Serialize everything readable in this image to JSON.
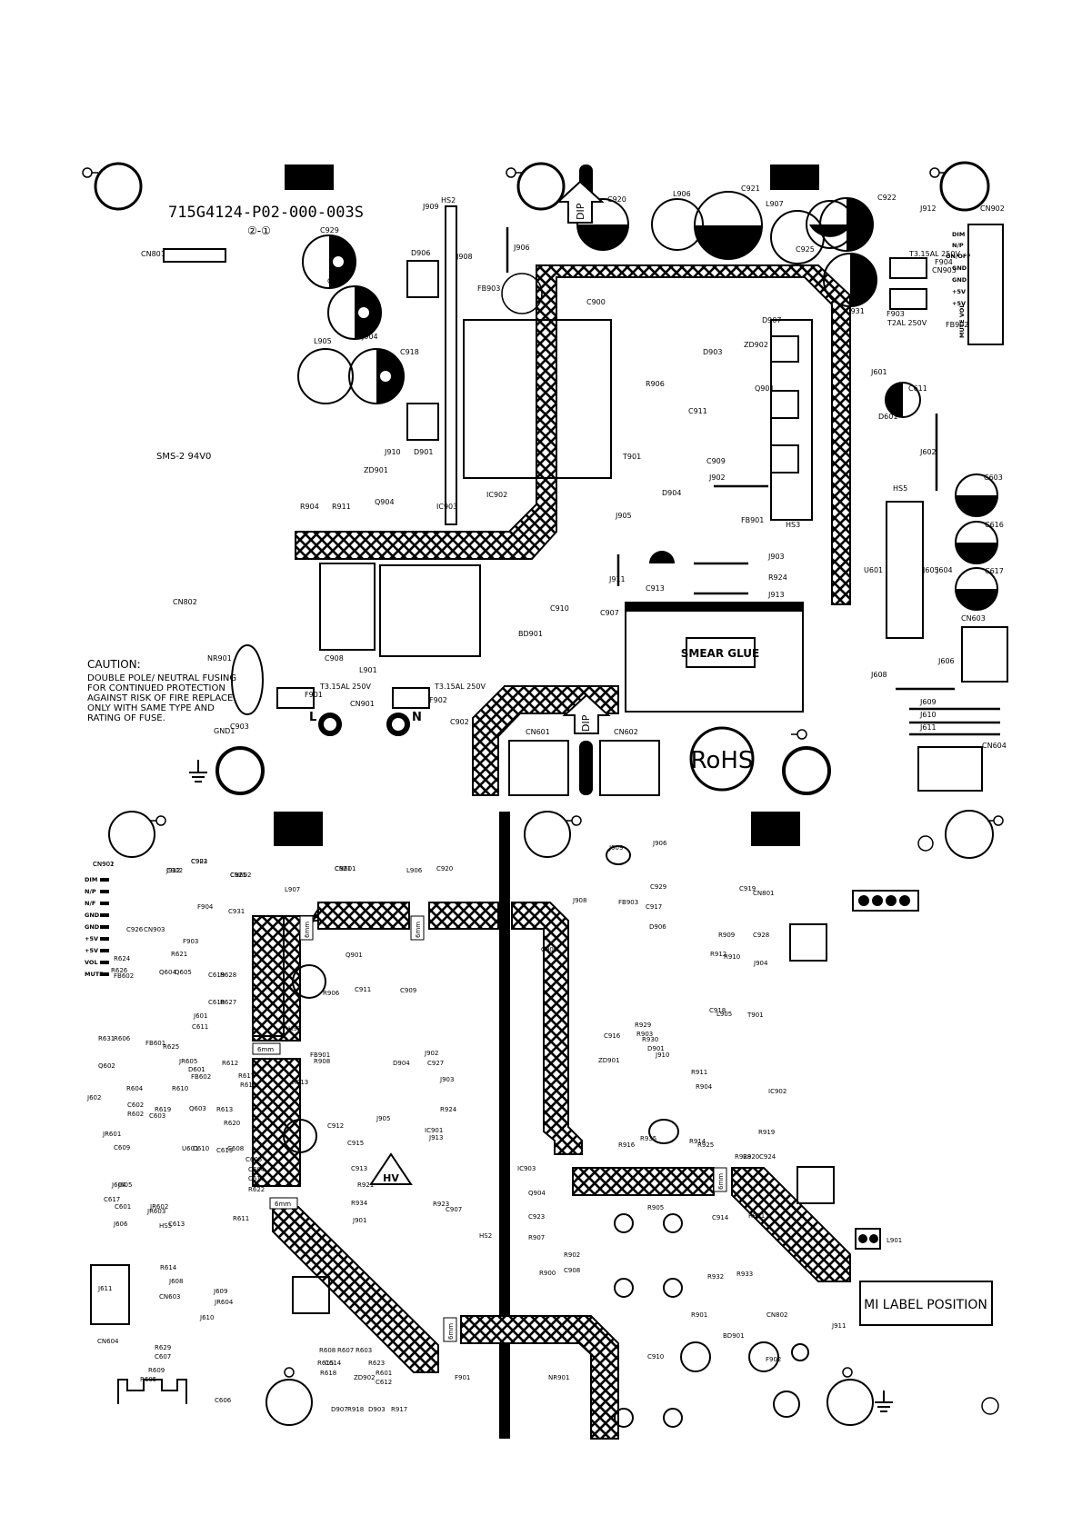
{
  "top_board": {
    "part_number": "715G4124-P02-000-003S",
    "revision_mark": "②-①",
    "safety_mark": "SMS-2 94V0",
    "caution_lines": [
      "CAUTION:",
      "DOUBLE POLE/ NEUTRAL FUSING",
      "FOR CONTINUED PROTECTION",
      "AGAINST RISK OF FIRE REPLACE",
      "ONLY WITH  SAME TYPE AND",
      "RATING OF FUSE."
    ],
    "smear_glue": "SMEAR GLUE",
    "rohs": "RoHS",
    "dip": "DIP",
    "fuse_f901": "T3.15AL 250V",
    "fuse_f902": "T3.15AL 250V",
    "fuse_f904": "T3.15AL 250V",
    "fuse_f903": "T2AL 250V",
    "live_mark": "L",
    "neutral_mark": "N",
    "cn902_pins": [
      "DIM",
      "N/P",
      "ON/OFF",
      "GND",
      "GND",
      "+5V",
      "+5V",
      "MUTE VOL"
    ],
    "labels": [
      {
        "id": "CN801"
      },
      {
        "id": "C929"
      },
      {
        "id": "C928"
      },
      {
        "id": "L905"
      },
      {
        "id": "J904"
      },
      {
        "id": "C918"
      },
      {
        "id": "D906"
      },
      {
        "id": "D901"
      },
      {
        "id": "ZD901"
      },
      {
        "id": "J910"
      },
      {
        "id": "R904"
      },
      {
        "id": "R911"
      },
      {
        "id": "Q904"
      },
      {
        "id": "IC903"
      },
      {
        "id": "IC902"
      },
      {
        "id": "J909"
      },
      {
        "id": "HS2"
      },
      {
        "id": "J908"
      },
      {
        "id": "FB903"
      },
      {
        "id": "J906"
      },
      {
        "id": "C900"
      },
      {
        "id": "T901"
      },
      {
        "id": "J905"
      },
      {
        "id": "C920"
      },
      {
        "id": "L906"
      },
      {
        "id": "C921"
      },
      {
        "id": "L907"
      },
      {
        "id": "C925"
      },
      {
        "id": "C922"
      },
      {
        "id": "J912"
      },
      {
        "id": "CN902"
      },
      {
        "id": "CN903"
      },
      {
        "id": "F904"
      },
      {
        "id": "F903"
      },
      {
        "id": "C931"
      },
      {
        "id": "FB902"
      },
      {
        "id": "D903"
      },
      {
        "id": "D907"
      },
      {
        "id": "ZD902"
      },
      {
        "id": "R906"
      },
      {
        "id": "C911"
      },
      {
        "id": "Q901"
      },
      {
        "id": "C909"
      },
      {
        "id": "J902"
      },
      {
        "id": "D904"
      },
      {
        "id": "FB901"
      },
      {
        "id": "HS3"
      },
      {
        "id": "J601"
      },
      {
        "id": "C611"
      },
      {
        "id": "D601"
      },
      {
        "id": "J602"
      },
      {
        "id": "HS5"
      },
      {
        "id": "C603"
      },
      {
        "id": "C616"
      },
      {
        "id": "C617"
      },
      {
        "id": "U601"
      },
      {
        "id": "J605"
      },
      {
        "id": "J604"
      },
      {
        "id": "CN603"
      },
      {
        "id": "J606"
      },
      {
        "id": "J608"
      },
      {
        "id": "J609"
      },
      {
        "id": "J610"
      },
      {
        "id": "J611"
      },
      {
        "id": "CN604"
      },
      {
        "id": "C913"
      },
      {
        "id": "J903"
      },
      {
        "id": "R924"
      },
      {
        "id": "J913"
      },
      {
        "id": "J911"
      },
      {
        "id": "C910"
      },
      {
        "id": "C907"
      },
      {
        "id": "BD901"
      },
      {
        "id": "C908"
      },
      {
        "id": "L901"
      },
      {
        "id": "CN802"
      },
      {
        "id": "NR901"
      },
      {
        "id": "GND1"
      },
      {
        "id": "C903"
      },
      {
        "id": "F901"
      },
      {
        "id": "CN901"
      },
      {
        "id": "F902"
      },
      {
        "id": "C902"
      },
      {
        "id": "CN601"
      },
      {
        "id": "CN602"
      }
    ]
  },
  "bottom_board": {
    "mi_label": "MI LABEL POSITION",
    "hv_mark": "HV",
    "clearance": "6mm",
    "cn902_pins": [
      "DIM",
      "N/P",
      "N/F",
      "GND",
      "GND",
      "+5V",
      "+5V",
      "VOL",
      "MUTE"
    ],
    "labels": [
      {
        "id": "CN902"
      },
      {
        "id": "J912"
      },
      {
        "id": "C922"
      },
      {
        "id": "C925"
      },
      {
        "id": "C921"
      },
      {
        "id": "L906"
      },
      {
        "id": "C920"
      },
      {
        "id": "L907"
      },
      {
        "id": "C926"
      },
      {
        "id": "CN903"
      },
      {
        "id": "F904"
      },
      {
        "id": "C931"
      },
      {
        "id": "F903"
      },
      {
        "id": "R624"
      },
      {
        "id": "R621"
      },
      {
        "id": "R626"
      },
      {
        "id": "FB602"
      },
      {
        "id": "Q604"
      },
      {
        "id": "Q605"
      },
      {
        "id": "C619"
      },
      {
        "id": "R628"
      },
      {
        "id": "C618"
      },
      {
        "id": "R627"
      },
      {
        "id": "J601"
      },
      {
        "id": "C611"
      },
      {
        "id": "FB601"
      },
      {
        "id": "R625"
      },
      {
        "id": "JR605"
      },
      {
        "id": "R631"
      },
      {
        "id": "R606"
      },
      {
        "id": "Q602"
      },
      {
        "id": "D601"
      },
      {
        "id": "R612"
      },
      {
        "id": "R617"
      },
      {
        "id": "R616"
      },
      {
        "id": "R604"
      },
      {
        "id": "R610"
      },
      {
        "id": "FB602"
      },
      {
        "id": "J602"
      },
      {
        "id": "C602"
      },
      {
        "id": "R602"
      },
      {
        "id": "R619"
      },
      {
        "id": "Q603"
      },
      {
        "id": "R613"
      },
      {
        "id": "JR601"
      },
      {
        "id": "C603"
      },
      {
        "id": "R620"
      },
      {
        "id": "U601"
      },
      {
        "id": "C615"
      },
      {
        "id": "C609"
      },
      {
        "id": "C610"
      },
      {
        "id": "C608"
      },
      {
        "id": "C605"
      },
      {
        "id": "C604"
      },
      {
        "id": "C616"
      },
      {
        "id": "R622"
      },
      {
        "id": "J604"
      },
      {
        "id": "J605"
      },
      {
        "id": "C617"
      },
      {
        "id": "C601"
      },
      {
        "id": "JR602"
      },
      {
        "id": "HS5"
      },
      {
        "id": "J606"
      },
      {
        "id": "JR603"
      },
      {
        "id": "R611"
      },
      {
        "id": "C613"
      },
      {
        "id": "R614"
      },
      {
        "id": "J608"
      },
      {
        "id": "CN603"
      },
      {
        "id": "J609"
      },
      {
        "id": "JR604"
      },
      {
        "id": "J610"
      },
      {
        "id": "J611"
      },
      {
        "id": "CN604"
      },
      {
        "id": "R629"
      },
      {
        "id": "C607"
      },
      {
        "id": "R609"
      },
      {
        "id": "R605"
      },
      {
        "id": "C606"
      },
      {
        "id": "R608"
      },
      {
        "id": "R607"
      },
      {
        "id": "R603"
      },
      {
        "id": "R615"
      },
      {
        "id": "C614"
      },
      {
        "id": "R623"
      },
      {
        "id": "R601"
      },
      {
        "id": "C612"
      },
      {
        "id": "R618"
      },
      {
        "id": "ZD902"
      },
      {
        "id": "D907"
      },
      {
        "id": "R918"
      },
      {
        "id": "D903"
      },
      {
        "id": "R917"
      },
      {
        "id": "Q901"
      },
      {
        "id": "R906"
      },
      {
        "id": "C911"
      },
      {
        "id": "C909"
      },
      {
        "id": "HS3"
      },
      {
        "id": "FB901"
      },
      {
        "id": "R908"
      },
      {
        "id": "J902"
      },
      {
        "id": "D904"
      },
      {
        "id": "R913"
      },
      {
        "id": "C912"
      },
      {
        "id": "C915"
      },
      {
        "id": "J905"
      },
      {
        "id": "IC901"
      },
      {
        "id": "C927"
      },
      {
        "id": "J903"
      },
      {
        "id": "R924"
      },
      {
        "id": "J913"
      },
      {
        "id": "C913"
      },
      {
        "id": "R921"
      },
      {
        "id": "R934"
      },
      {
        "id": "J901"
      },
      {
        "id": "R923"
      },
      {
        "id": "C907"
      },
      {
        "id": "HS2"
      },
      {
        "id": "J909"
      },
      {
        "id": "J906"
      },
      {
        "id": "J908"
      },
      {
        "id": "FB903"
      },
      {
        "id": "C917"
      },
      {
        "id": "C929"
      },
      {
        "id": "C919"
      },
      {
        "id": "CN801"
      },
      {
        "id": "D906"
      },
      {
        "id": "R909"
      },
      {
        "id": "C928"
      },
      {
        "id": "R912"
      },
      {
        "id": "R910"
      },
      {
        "id": "J904"
      },
      {
        "id": "C900"
      },
      {
        "id": "R929"
      },
      {
        "id": "R903"
      },
      {
        "id": "C918"
      },
      {
        "id": "L905"
      },
      {
        "id": "C916"
      },
      {
        "id": "T901"
      },
      {
        "id": "R930"
      },
      {
        "id": "D901"
      },
      {
        "id": "J910"
      },
      {
        "id": "ZD901"
      },
      {
        "id": "R911"
      },
      {
        "id": "R904"
      },
      {
        "id": "IC902"
      },
      {
        "id": "R919"
      },
      {
        "id": "R916"
      },
      {
        "id": "R935"
      },
      {
        "id": "R914"
      },
      {
        "id": "R925"
      },
      {
        "id": "R928"
      },
      {
        "id": "R920"
      },
      {
        "id": "C924"
      },
      {
        "id": "IC903"
      },
      {
        "id": "Q904"
      },
      {
        "id": "C923"
      },
      {
        "id": "R907"
      },
      {
        "id": "R905"
      },
      {
        "id": "C914"
      },
      {
        "id": "R931"
      },
      {
        "id": "R932"
      },
      {
        "id": "R933"
      },
      {
        "id": "L901"
      },
      {
        "id": "R902"
      },
      {
        "id": "C908"
      },
      {
        "id": "R900"
      },
      {
        "id": "R901"
      },
      {
        "id": "CN802"
      },
      {
        "id": "J911"
      },
      {
        "id": "BD901"
      },
      {
        "id": "C910"
      },
      {
        "id": "F902"
      },
      {
        "id": "F901"
      },
      {
        "id": "NR901"
      },
      {
        "id": "CN901"
      },
      {
        "id": "C902"
      },
      {
        "id": "C903"
      },
      {
        "id": "CN602"
      },
      {
        "id": "CN601"
      }
    ]
  }
}
